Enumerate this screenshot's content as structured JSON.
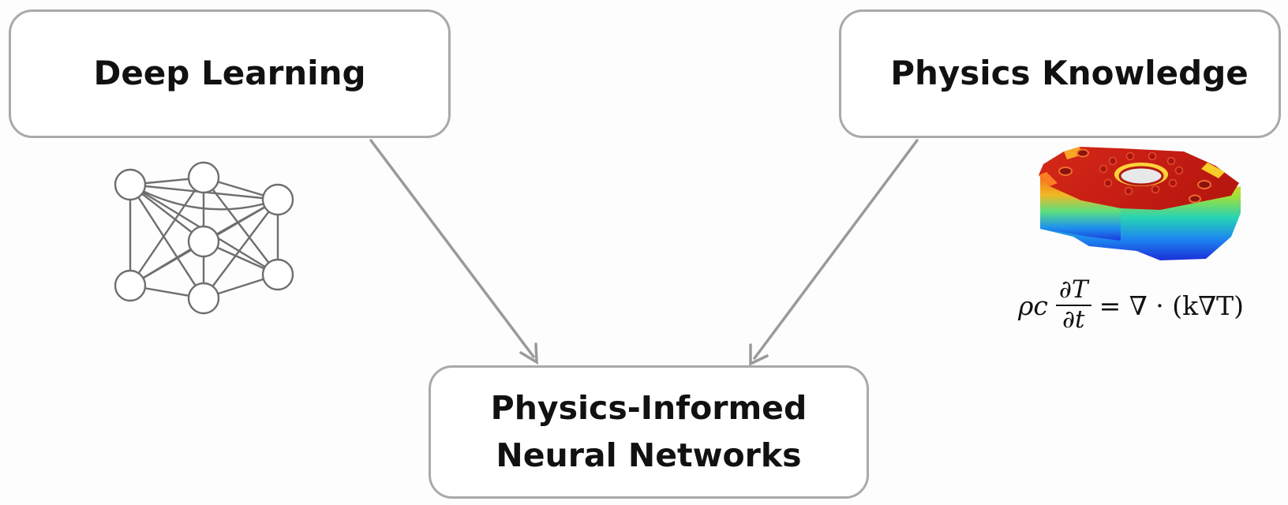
{
  "nodes": {
    "deep_learning": {
      "label": "Deep Learning"
    },
    "physics_knowledge": {
      "label": "Physics Knowledge"
    },
    "pinn": {
      "line1": "Physics-Informed",
      "line2": "Neural Networks"
    }
  },
  "equation": {
    "lhs_coeff": "ρc",
    "numerator": "∂T",
    "denominator": "∂t",
    "rhs": "= ∇ · (k∇T)"
  },
  "colors": {
    "box_border": "#a9a9a9",
    "arrow": "#9a9a9a",
    "network_stroke": "#6e6e6e",
    "text": "#111111"
  },
  "icons": {
    "neural_network": "neural-network-icon",
    "heat_map_part": "heat-map-part-icon"
  }
}
